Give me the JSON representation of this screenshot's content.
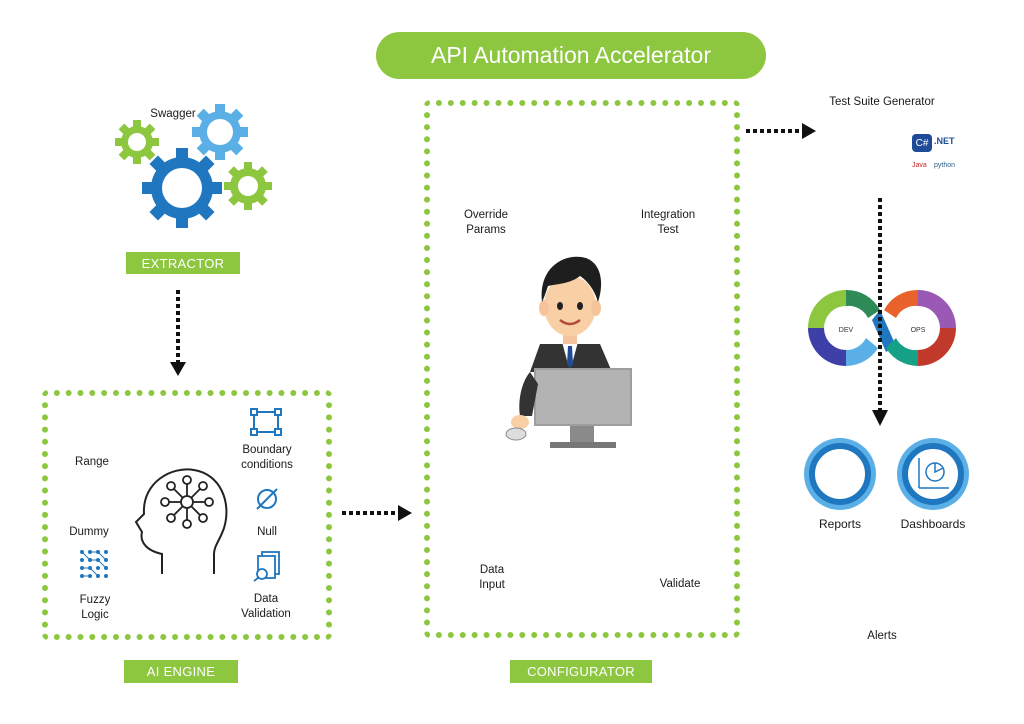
{
  "title": "API Automation Accelerator",
  "extractor": {
    "swagger": "Swagger",
    "tag": "EXTRACTOR"
  },
  "ai_engine": {
    "tag": "AI ENGINE",
    "range": "Range",
    "dummy": "Dummy",
    "fuzzy_1": "Fuzzy",
    "fuzzy_2": "Logic",
    "boundary_1": "Boundary",
    "boundary_2": "conditions",
    "null": "Null",
    "validation_1": "Data",
    "validation_2": "Validation"
  },
  "configurator": {
    "tag": "CONFIGURATOR",
    "override_1": "Override",
    "override_2": "Params",
    "integration_1": "Integration",
    "integration_2": "Test",
    "data_1": "Data",
    "data_2": "Input",
    "validate": "Validate"
  },
  "generator": {
    "title": "Test Suite Generator",
    "languages": [
      "C#",
      ".NET",
      "Java",
      "python"
    ]
  },
  "devops": {
    "dev": "DEV",
    "ops": "OPS"
  },
  "outputs": {
    "reports": "Reports",
    "dashboards": "Dashboards",
    "alerts": "Alerts"
  },
  "colors": {
    "green": "#8dc63f",
    "blue": "#1f77c0",
    "lightblue": "#5ab0e6"
  }
}
